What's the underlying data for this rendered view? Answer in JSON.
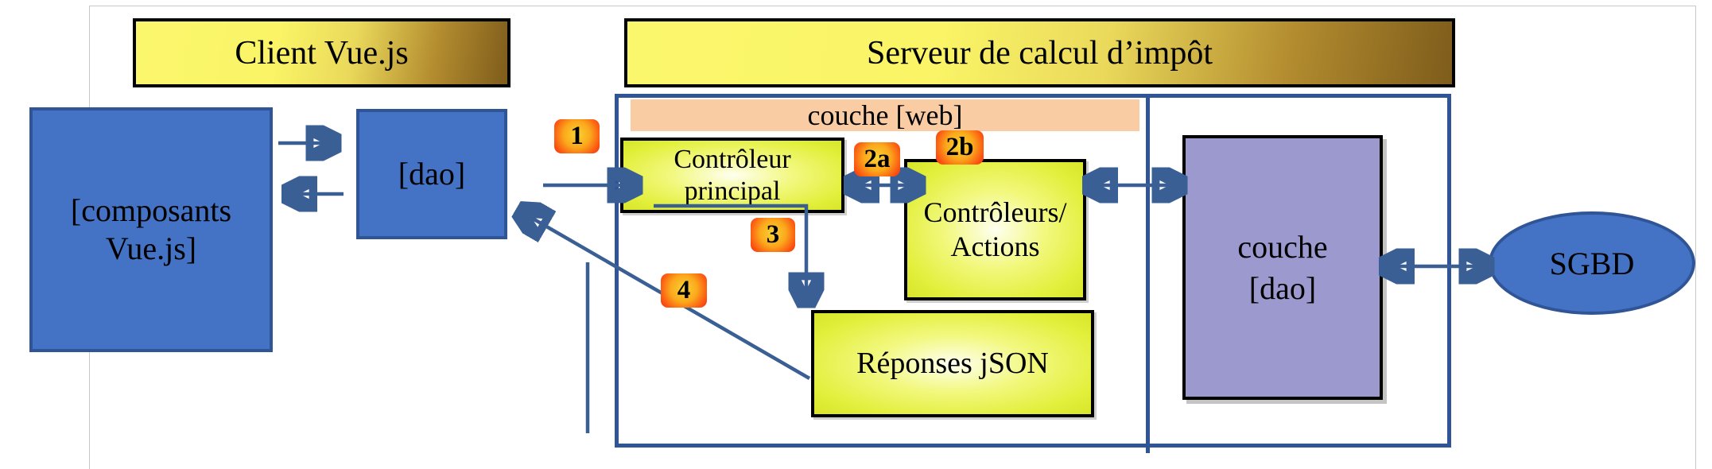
{
  "diagram": {
    "headers": {
      "client": "Client Vue.js",
      "server": "Serveur de calcul d’impôt"
    },
    "layers": {
      "web": "couche [web]"
    },
    "nodes": {
      "composants": {
        "line1": "[composants",
        "line2": "Vue.js]"
      },
      "client_dao": {
        "label": "[dao]"
      },
      "controleur_principal": {
        "line1": "Contrôleur",
        "line2": "principal"
      },
      "controleurs_actions": {
        "line1": "Contrôleurs/",
        "line2": "Actions"
      },
      "reponses_json": {
        "label": "Réponses jSON"
      },
      "couche_dao": {
        "line1": "couche",
        "line2": "[dao]"
      },
      "sgbd": {
        "label": "SGBD"
      }
    },
    "badges": [
      {
        "label": "1"
      },
      {
        "label": "2a"
      },
      {
        "label": "2b"
      },
      {
        "label": "3"
      },
      {
        "label": "4"
      }
    ],
    "arrows": [
      {
        "from": "composants-vuejs",
        "to": "client-dao",
        "bidirectional": false
      },
      {
        "from": "client-dao",
        "to": "composants-vuejs",
        "bidirectional": false
      },
      {
        "from": "client-dao",
        "to": "controleur-principal",
        "step": "1",
        "bidirectional": false
      },
      {
        "from": "controleur-principal",
        "to": "controleurs-actions",
        "step": "2a",
        "bidirectional": true
      },
      {
        "from": "controleurs-actions",
        "to": "couche-dao",
        "step": "2b",
        "bidirectional": true
      },
      {
        "from": "controleur-principal",
        "to": "reponses-json",
        "step": "3",
        "bidirectional": false
      },
      {
        "from": "reponses-json",
        "to": "client-dao",
        "step": "4",
        "bidirectional": false
      },
      {
        "from": "couche-dao",
        "to": "sgbd",
        "bidirectional": true
      }
    ],
    "colors": {
      "node_blue": "#4472C4",
      "border_blue": "#2F5597",
      "arrow_blue": "#3A5F94",
      "layer_peach": "#F9CCA4",
      "node_yellow": "#DDEA2D",
      "node_purple": "#9B99CE",
      "header_yellow": "#FAF669",
      "header_brown": "#7E5C1B",
      "badge_orange": "#FBA81C",
      "badge_red": "#F83208"
    }
  }
}
